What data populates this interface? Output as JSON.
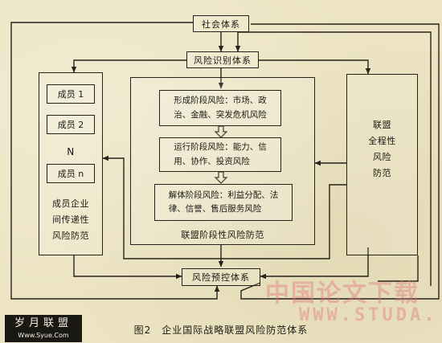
{
  "nodes": {
    "society": "社会体系",
    "risk_identification": "风险识别体系",
    "risk_warning": "风险预控体系"
  },
  "members": {
    "items": [
      "成员 1",
      "成员 2",
      "N",
      "成员 n"
    ],
    "label": "成员企业\n间传递性\n风险防范"
  },
  "phases": {
    "items": [
      "形成阶段风险：市场、政\n治、金融、突发危机风险",
      "运行阶段风险：能力、信\n用、协作、投资风险",
      "解体阶段风险：利益分配、法\n律、信誉、售后服务风险"
    ],
    "label": "联盟阶段性风险防范"
  },
  "whole_process": {
    "label": "联盟\n全程性\n风险\n防范"
  },
  "caption": "图2　企业国际战略联盟风险防范体系",
  "watermarks": {
    "left_cn": "岁月联盟",
    "left_url": "Www.Syue.Com",
    "right_cn": "中国论文下载",
    "right_en": "WWW.STUDA."
  }
}
